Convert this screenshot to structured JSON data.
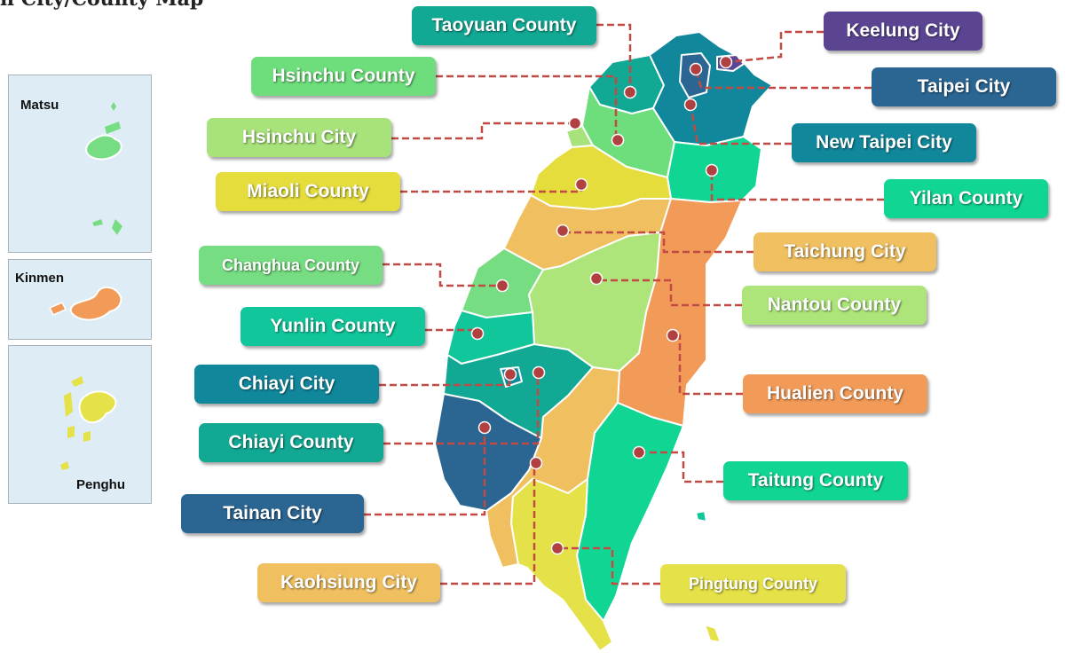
{
  "title": "n City/County Map",
  "insets": {
    "matsu": "Matsu",
    "kinmen": "Kinmen",
    "penghu": "Penghu"
  },
  "colors": {
    "keelung": "#5b4593",
    "taipei": "#2b6592",
    "new_taipei": "#11879b",
    "taoyuan": "#12a994",
    "hsinchu_county": "#6dde7b",
    "hsinchu_city": "#a8e27a",
    "miaoli": "#e5dd3c",
    "taichung": "#f0c060",
    "changhua": "#76dd82",
    "yunlin": "#12c69b",
    "chiayi_city": "#11879b",
    "chiayi_county": "#12a994",
    "tainan": "#2b6592",
    "kaohsiung": "#f0c060",
    "pingtung": "#e5e148",
    "nantou": "#ade57b",
    "yilan": "#11d693",
    "hualien": "#f29a57",
    "taitung": "#11d693",
    "leader": "#c24a45",
    "dot": "#b14141"
  },
  "labels": {
    "taoyuan": "Taoyuan County",
    "keelung": "Keelung City",
    "hsinchu_county": "Hsinchu County",
    "taipei": "Taipei City",
    "hsinchu_city": "Hsinchu City",
    "new_taipei": "New Taipei City",
    "miaoli": "Miaoli County",
    "yilan": "Yilan County",
    "taichung": "Taichung City",
    "changhua": "Changhua County",
    "nantou": "Nantou County",
    "yunlin": "Yunlin County",
    "chiayi_city": "Chiayi City",
    "hualien": "Hualien County",
    "chiayi_county": "Chiayi County",
    "taitung": "Taitung County",
    "tainan": "Tainan City",
    "kaohsiung": "Kaohsiung City",
    "pingtung": "Pingtung County"
  }
}
